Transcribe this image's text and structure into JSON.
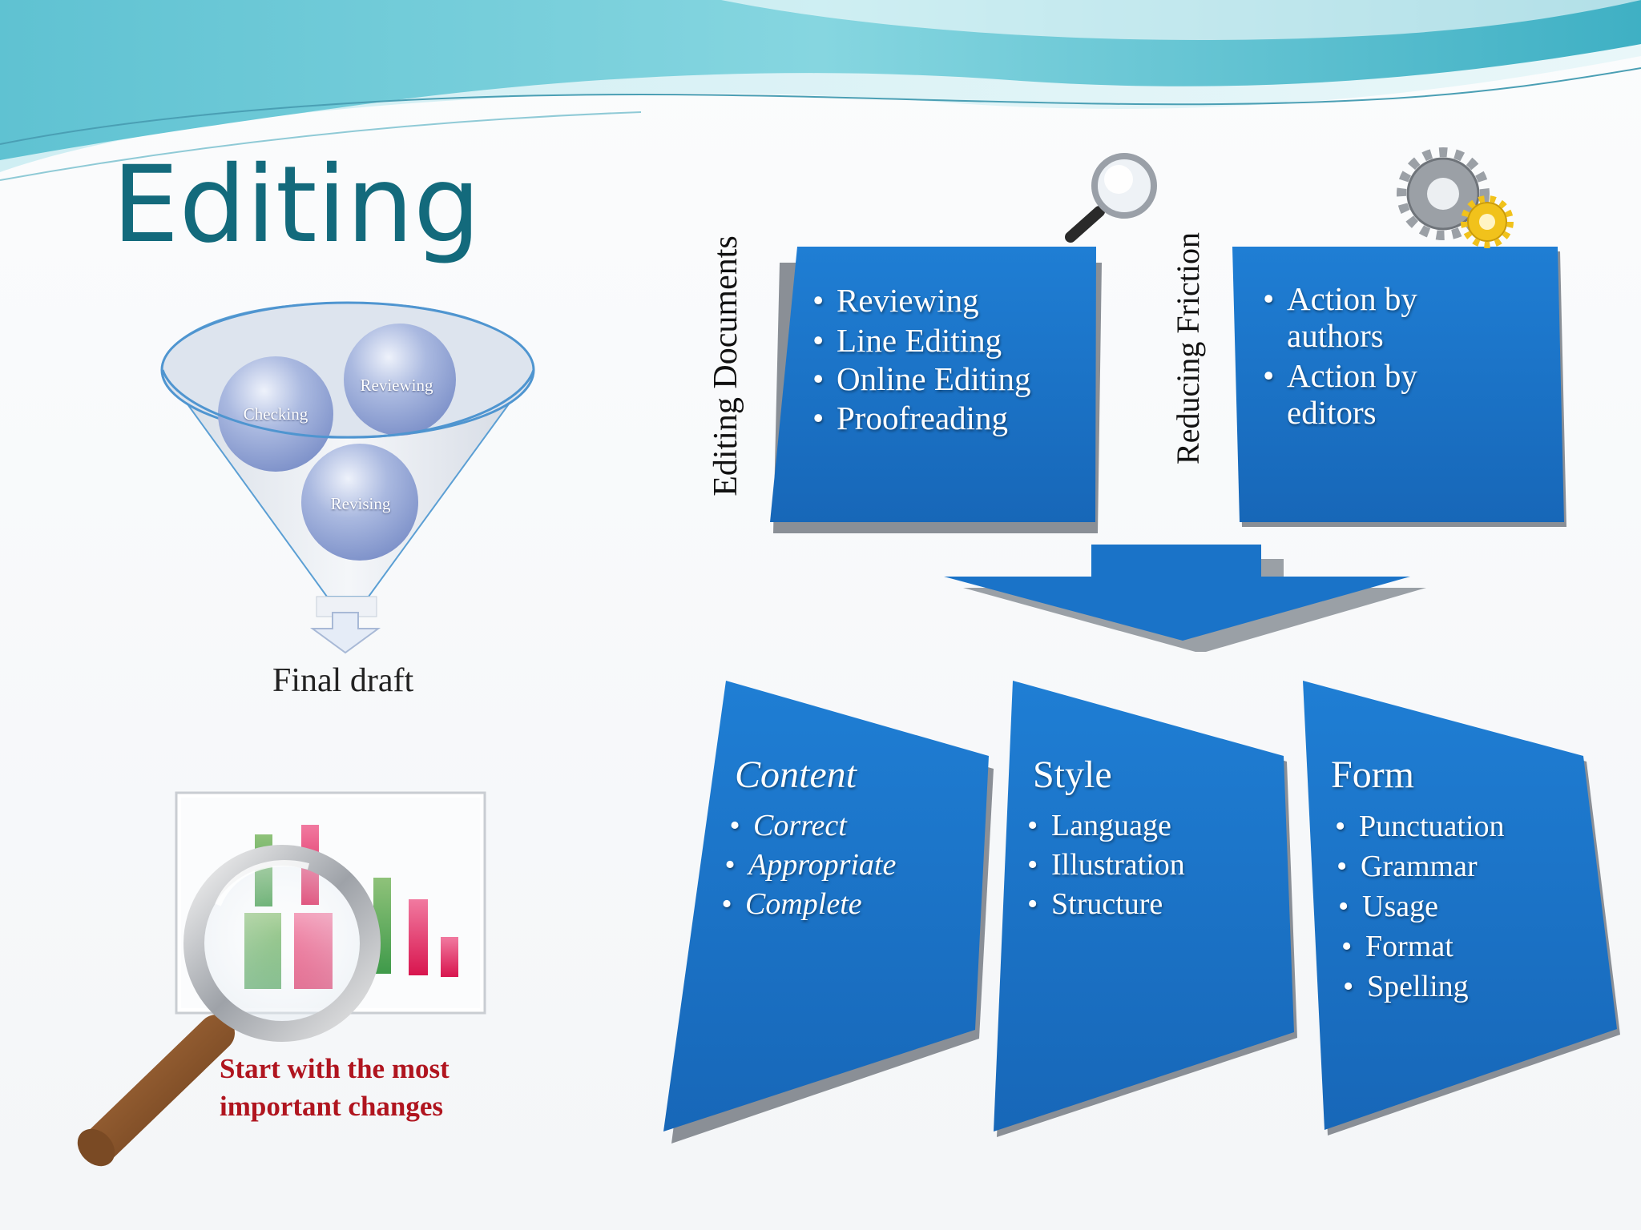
{
  "slide": {
    "title": "Editing"
  },
  "funnel": {
    "bubbles": [
      "Checking",
      "Reviewing",
      "Revising"
    ],
    "output_label": "Final draft"
  },
  "editing_documents": {
    "label": "Editing Documents",
    "items": [
      "Reviewing",
      "Line Editing",
      "Online Editing",
      "Proofreading"
    ],
    "icon": "magnifier-icon"
  },
  "reducing_friction": {
    "label": "Reducing Friction",
    "items": [
      "Action by authors",
      "Action by editors"
    ],
    "icon": "gears-icon"
  },
  "categories": [
    {
      "heading": "Content",
      "items": [
        "Correct",
        "Appropriate",
        "Complete"
      ]
    },
    {
      "heading": "Style",
      "items": [
        "Language",
        "Illustration",
        "Structure"
      ]
    },
    {
      "heading": "Form",
      "items": [
        "Punctuation",
        "Grammar",
        "Usage",
        "Format",
        "Spelling"
      ]
    }
  ],
  "callout": {
    "line1": "Start with the most",
    "line2": "important changes",
    "icon": "chart-magnifier-icon"
  },
  "colors": {
    "title": "#136a7c",
    "box_blue": "#1a73c8",
    "callout_red": "#b0151f"
  }
}
